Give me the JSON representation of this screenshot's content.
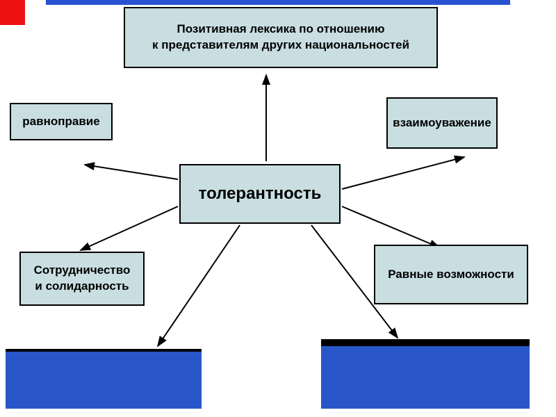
{
  "diagram": {
    "title_concept": "толерантность",
    "center": {
      "label": "толерантность"
    },
    "top_box": {
      "line1": "Позитивная лексика по отношению",
      "line2": "к представителям других национальностей"
    },
    "nodes": {
      "equality": {
        "label": "равноправие"
      },
      "mutual_respect": {
        "label": "взаимоуважение"
      },
      "cooperation": {
        "line1": "Сотрудничество",
        "line2": "и солидарность"
      },
      "equal_opportunities": {
        "label": "Равные возможности"
      }
    },
    "bottom_boxes": [
      {
        "label": ""
      },
      {
        "label": ""
      }
    ],
    "colors": {
      "node_fill": "#c9dee0",
      "node_border": "#000000",
      "bottom_box_fill": "#2856c8",
      "top_bar": "#2952d3",
      "corner_square": "#ee1111",
      "arrow": "#000000",
      "background": "#ffffff"
    }
  }
}
